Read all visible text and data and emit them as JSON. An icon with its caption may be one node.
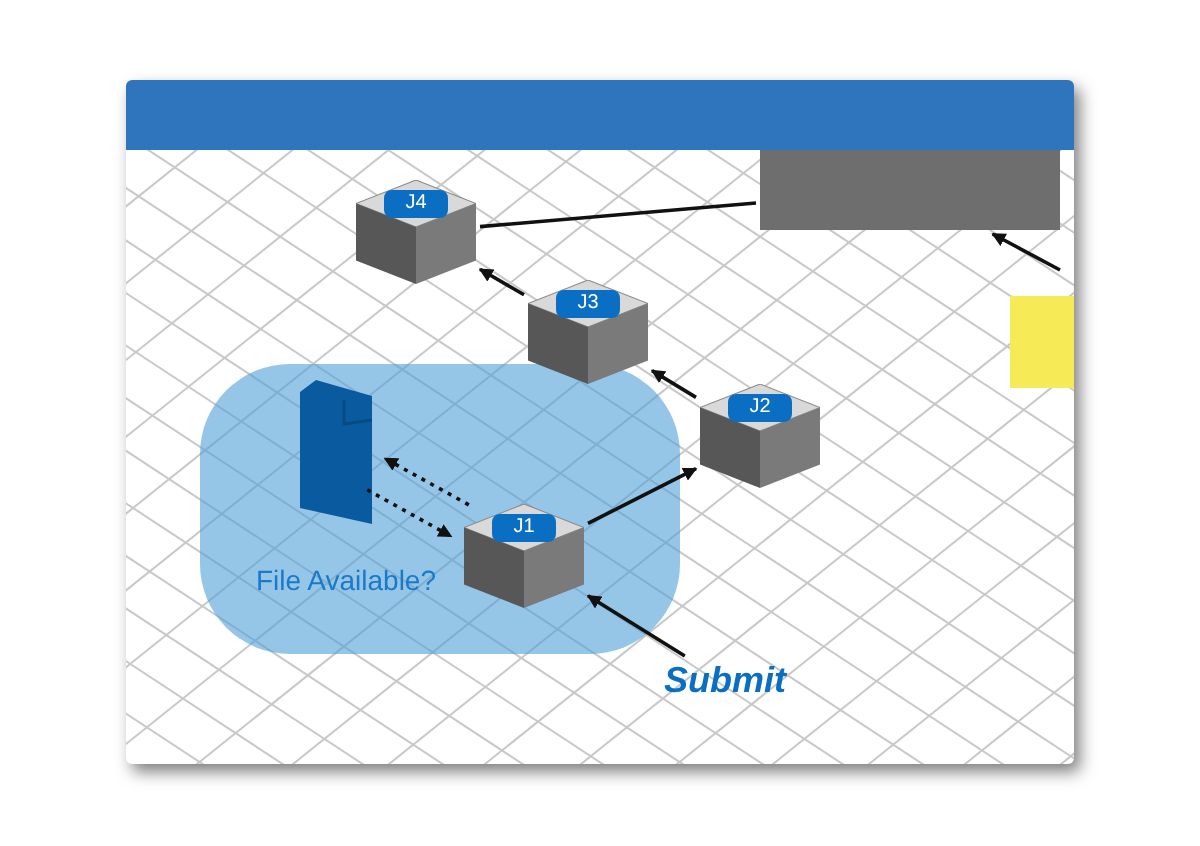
{
  "diagram": {
    "nodes": [
      {
        "text": [
          "File Available?"
        ]
      },
      {
        "text": [],
        "shape": "picture",
        "in": 0
      },
      {
        "text": [
          "J1"
        ],
        "in": 0
      },
      {
        "text": [
          "J2"
        ]
      },
      {
        "text": [
          "J3"
        ]
      },
      {
        "text": [
          "J4"
        ]
      },
      {
        "text": [
          "Submit"
        ]
      },
      {
        "text": [],
        "shape": "box"
      },
      {
        "text": [],
        "shape": "box"
      }
    ],
    "edges": [
      {
        "from": 6,
        "to": 2,
        "arrow": "to"
      },
      {
        "from": 2,
        "to": 1,
        "arrow": "to",
        "style": "dashed"
      },
      {
        "from": 1,
        "to": 2,
        "arrow": "to",
        "style": "dashed"
      },
      {
        "from": 2,
        "to": 3,
        "arrow": "to"
      },
      {
        "from": 3,
        "to": 4,
        "arrow": "to"
      },
      {
        "from": 4,
        "to": 5,
        "arrow": "to"
      },
      {
        "from": 5,
        "to": 7,
        "arrow": "none"
      },
      {
        "from": null,
        "to": 7,
        "arrow": "to"
      }
    ]
  }
}
